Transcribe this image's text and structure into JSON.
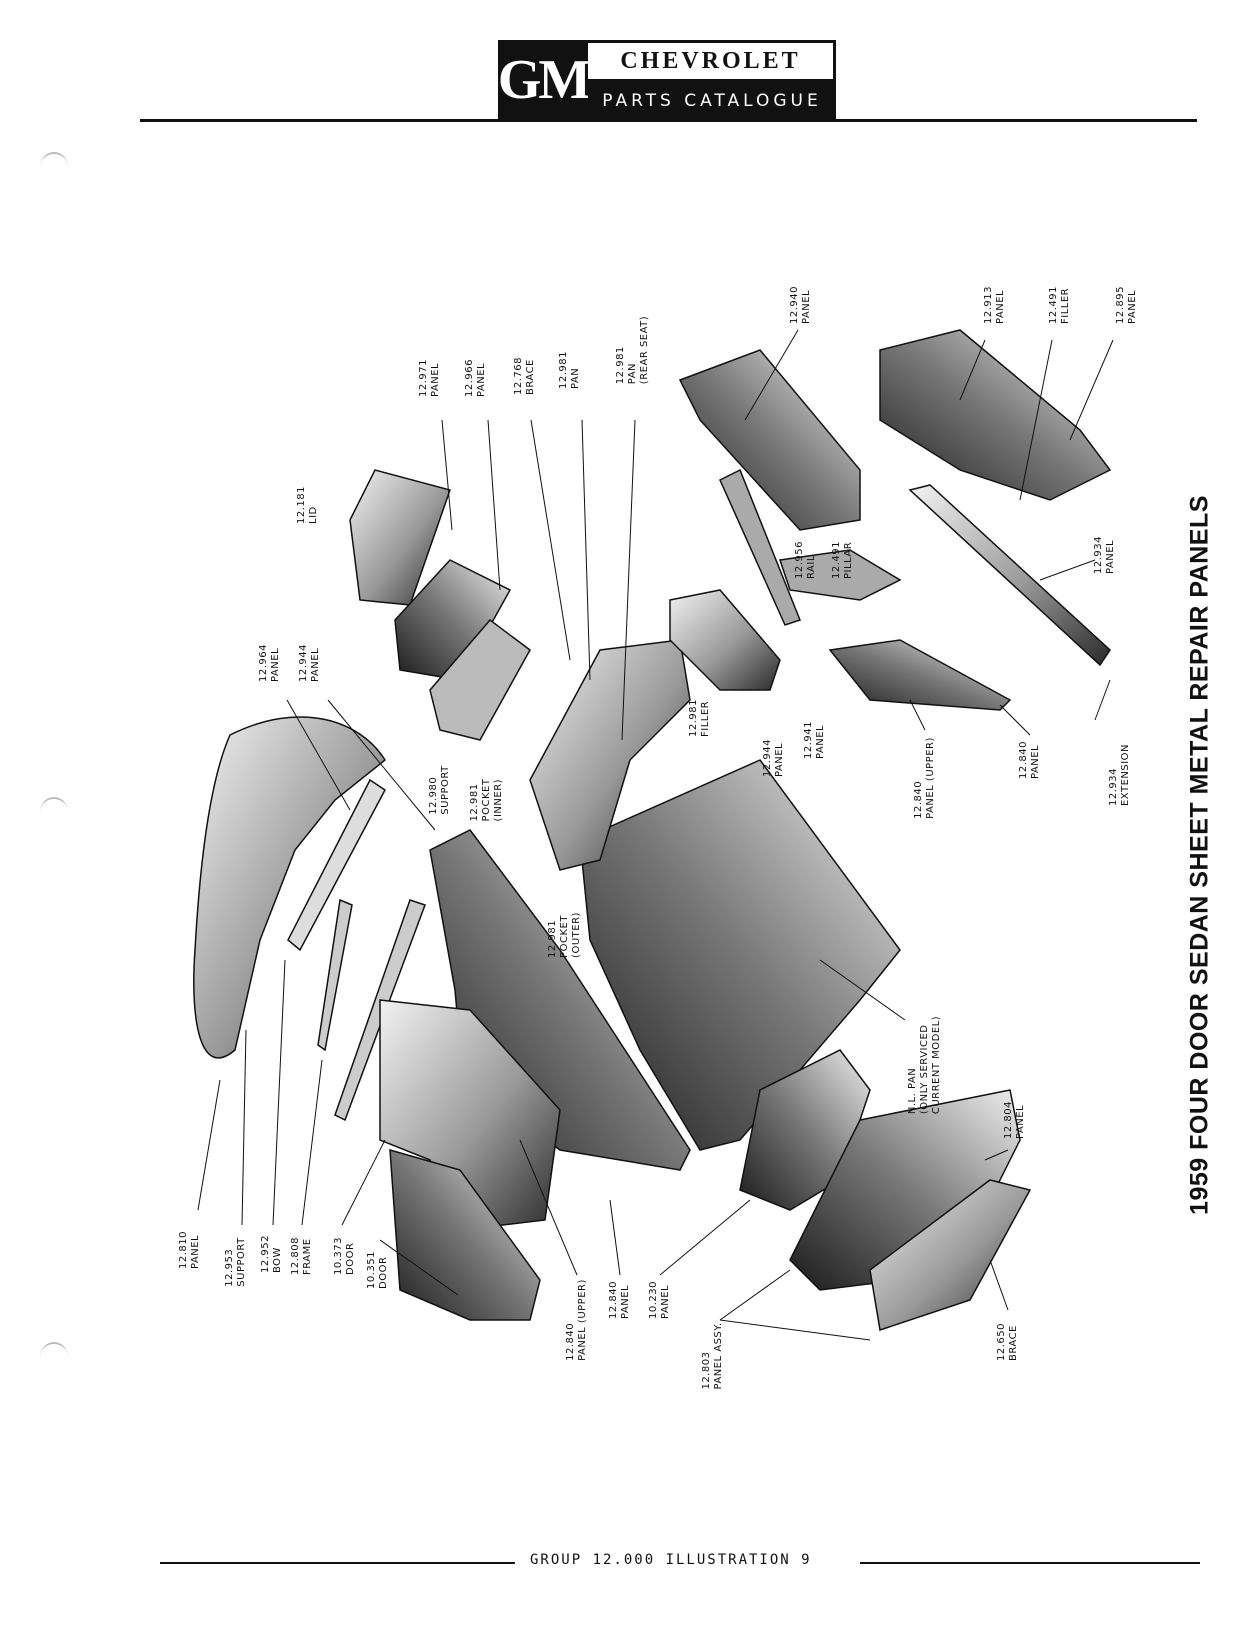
{
  "header": {
    "logo_text": "GM",
    "brand": "CHEVROLET",
    "subtitle": "PARTS CATALOGUE"
  },
  "page_title": "1959 FOUR DOOR SEDAN SHEET METAL REPAIR PANELS",
  "parts": [
    {
      "number": "12.810",
      "name": "PANEL"
    },
    {
      "number": "12.953",
      "name": "SUPPORT"
    },
    {
      "number": "12.952",
      "name": "BOW"
    },
    {
      "number": "12.808",
      "name": "FRAME"
    },
    {
      "number": "10.373",
      "name": "DOOR"
    },
    {
      "number": "10.351",
      "name": "DOOR"
    },
    {
      "number": "12.840",
      "name": "PANEL (UPPER)"
    },
    {
      "number": "12.840",
      "name": "PANEL"
    },
    {
      "number": "10.230",
      "name": "PANEL"
    },
    {
      "number": "12.803",
      "name": "PANEL ASSY."
    },
    {
      "number": "12.650",
      "name": "BRACE"
    },
    {
      "number": "12.804",
      "name": "PANEL"
    },
    {
      "number": "N.L.",
      "name": "PAN\n(ONLY SERVICED\nCURRENT MODEL)"
    },
    {
      "number": "12.981",
      "name": "POCKET\n(OUTER)"
    },
    {
      "number": "12.980",
      "name": "SUPPORT"
    },
    {
      "number": "12.981",
      "name": "POCKET\n(INNER)"
    },
    {
      "number": "12.964",
      "name": "PANEL"
    },
    {
      "number": "12.944",
      "name": "PANEL"
    },
    {
      "number": "12.181",
      "name": "LID"
    },
    {
      "number": "12.971",
      "name": "PANEL"
    },
    {
      "number": "12.966",
      "name": "PANEL"
    },
    {
      "number": "12.768",
      "name": "BRACE"
    },
    {
      "number": "12.981",
      "name": "PAN"
    },
    {
      "number": "12.981",
      "name": "PAN\n(REAR SEAT)"
    },
    {
      "number": "12.981",
      "name": "FILLER"
    },
    {
      "number": "12.944",
      "name": "PANEL"
    },
    {
      "number": "12.941",
      "name": "PANEL"
    },
    {
      "number": "12.940",
      "name": "PANEL"
    },
    {
      "number": "12.956",
      "name": "RAIL"
    },
    {
      "number": "12.491",
      "name": "PILLAR"
    },
    {
      "number": "12.840",
      "name": "PANEL (UPPER)"
    },
    {
      "number": "12.840",
      "name": "PANEL"
    },
    {
      "number": "12.934",
      "name": "EXTENSION"
    },
    {
      "number": "12.934",
      "name": "PANEL"
    },
    {
      "number": "12.913",
      "name": "PANEL"
    },
    {
      "number": "12.491",
      "name": "FILLER"
    },
    {
      "number": "12.895",
      "name": "PANEL"
    }
  ],
  "footer": {
    "text": "GROUP 12.000 ILLUSTRATION 9"
  }
}
